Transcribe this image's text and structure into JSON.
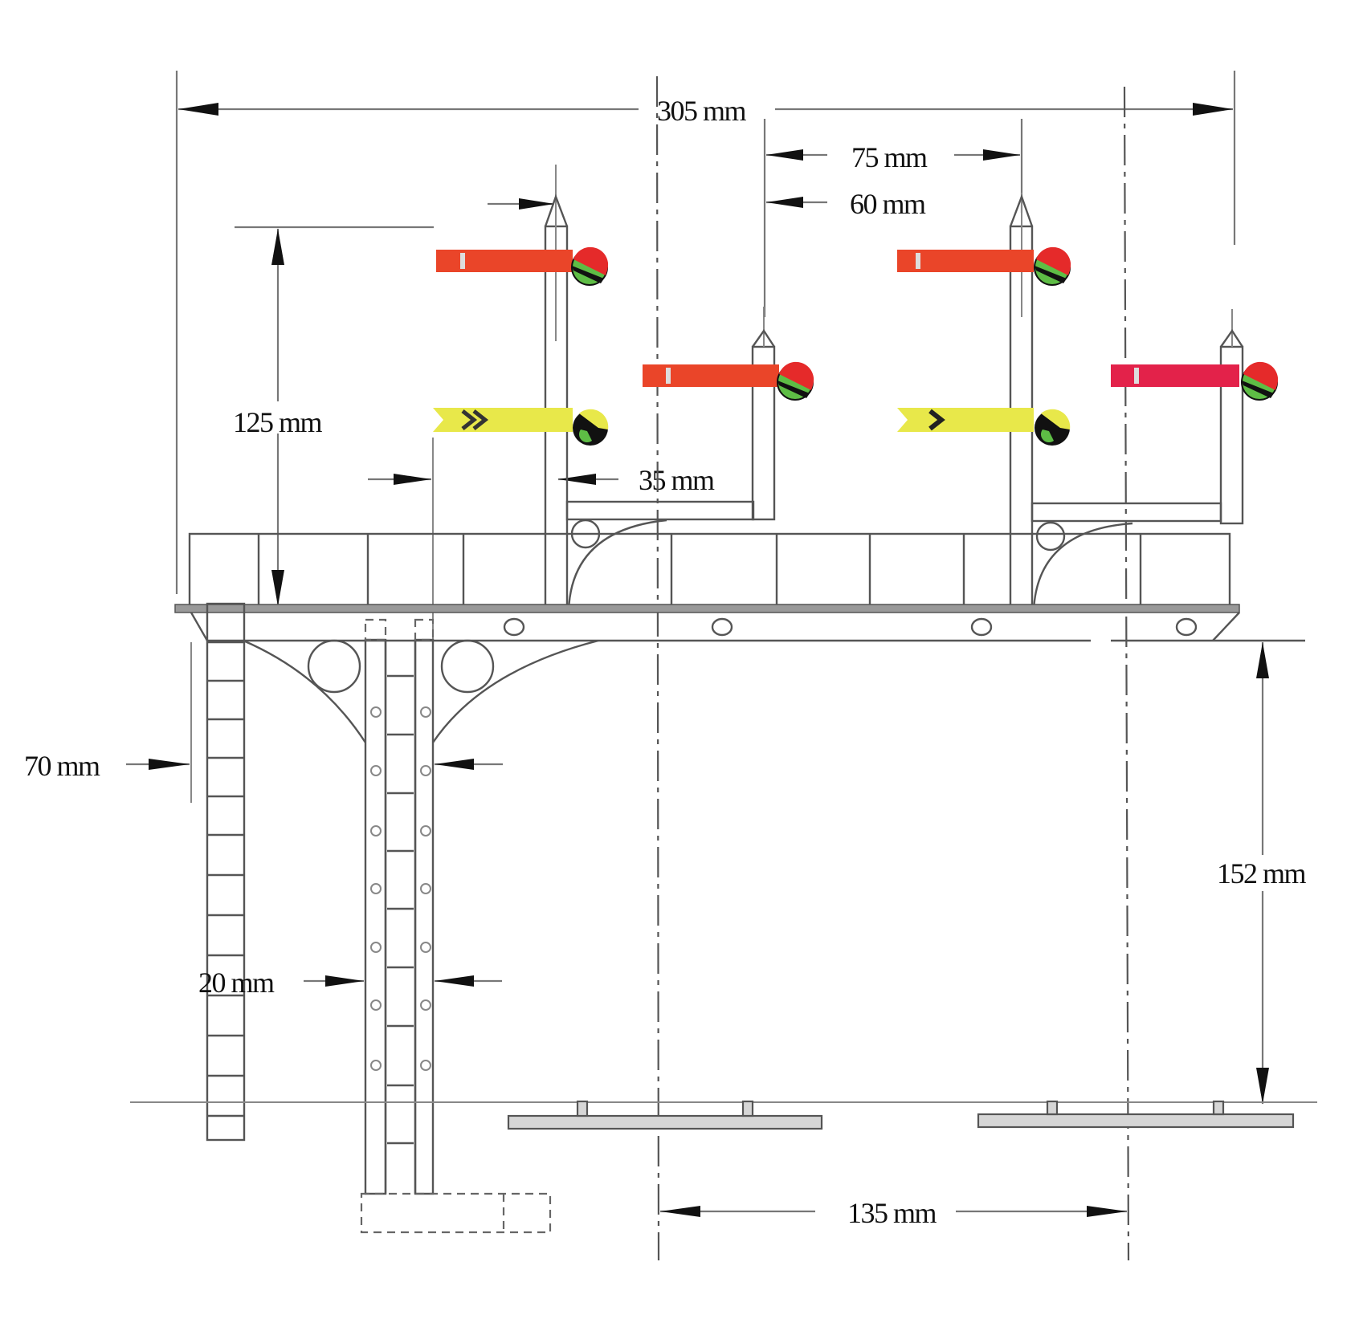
{
  "figure": {
    "title": "Railway signal gantry scale drawing",
    "colors": {
      "stop_arm": "#ea4529",
      "stop_arm_alt": "#e3224a",
      "distant_arm": "#e8e84a",
      "lamp_red": "#e52a2a",
      "lamp_green": "#5ebd45",
      "line": "#555555",
      "background": "#ffffff"
    }
  },
  "dimensions": {
    "overall_width": "305 mm",
    "post_spacing": "75 mm",
    "arm_height_offset": "60 mm",
    "arm_vertical_span": "125 mm",
    "arm_offset": "35 mm",
    "ladder_width": "70 mm",
    "post_width": "20 mm",
    "gantry_height": "152 mm",
    "track_spacing": "135 mm"
  },
  "signals": [
    {
      "position": "left-tall-post",
      "arms": [
        {
          "type": "stop",
          "color": "red"
        },
        {
          "type": "distant",
          "color": "yellow"
        }
      ]
    },
    {
      "position": "left-short-post",
      "arms": [
        {
          "type": "stop",
          "color": "red"
        }
      ]
    },
    {
      "position": "right-tall-post",
      "arms": [
        {
          "type": "stop",
          "color": "red"
        },
        {
          "type": "distant",
          "color": "yellow"
        }
      ]
    },
    {
      "position": "right-short-post",
      "arms": [
        {
          "type": "stop",
          "color": "red"
        }
      ]
    }
  ]
}
